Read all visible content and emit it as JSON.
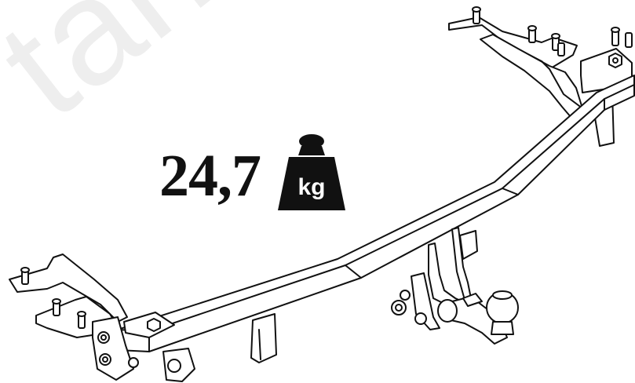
{
  "watermark": {
    "text": "tant"
  },
  "weight": {
    "value": "24,7",
    "unit": "kg"
  },
  "colors": {
    "ink": "#111111",
    "paper": "#ffffff",
    "watermark": "#eeeeee"
  },
  "icons": {
    "weight": "kg-weight-icon"
  }
}
